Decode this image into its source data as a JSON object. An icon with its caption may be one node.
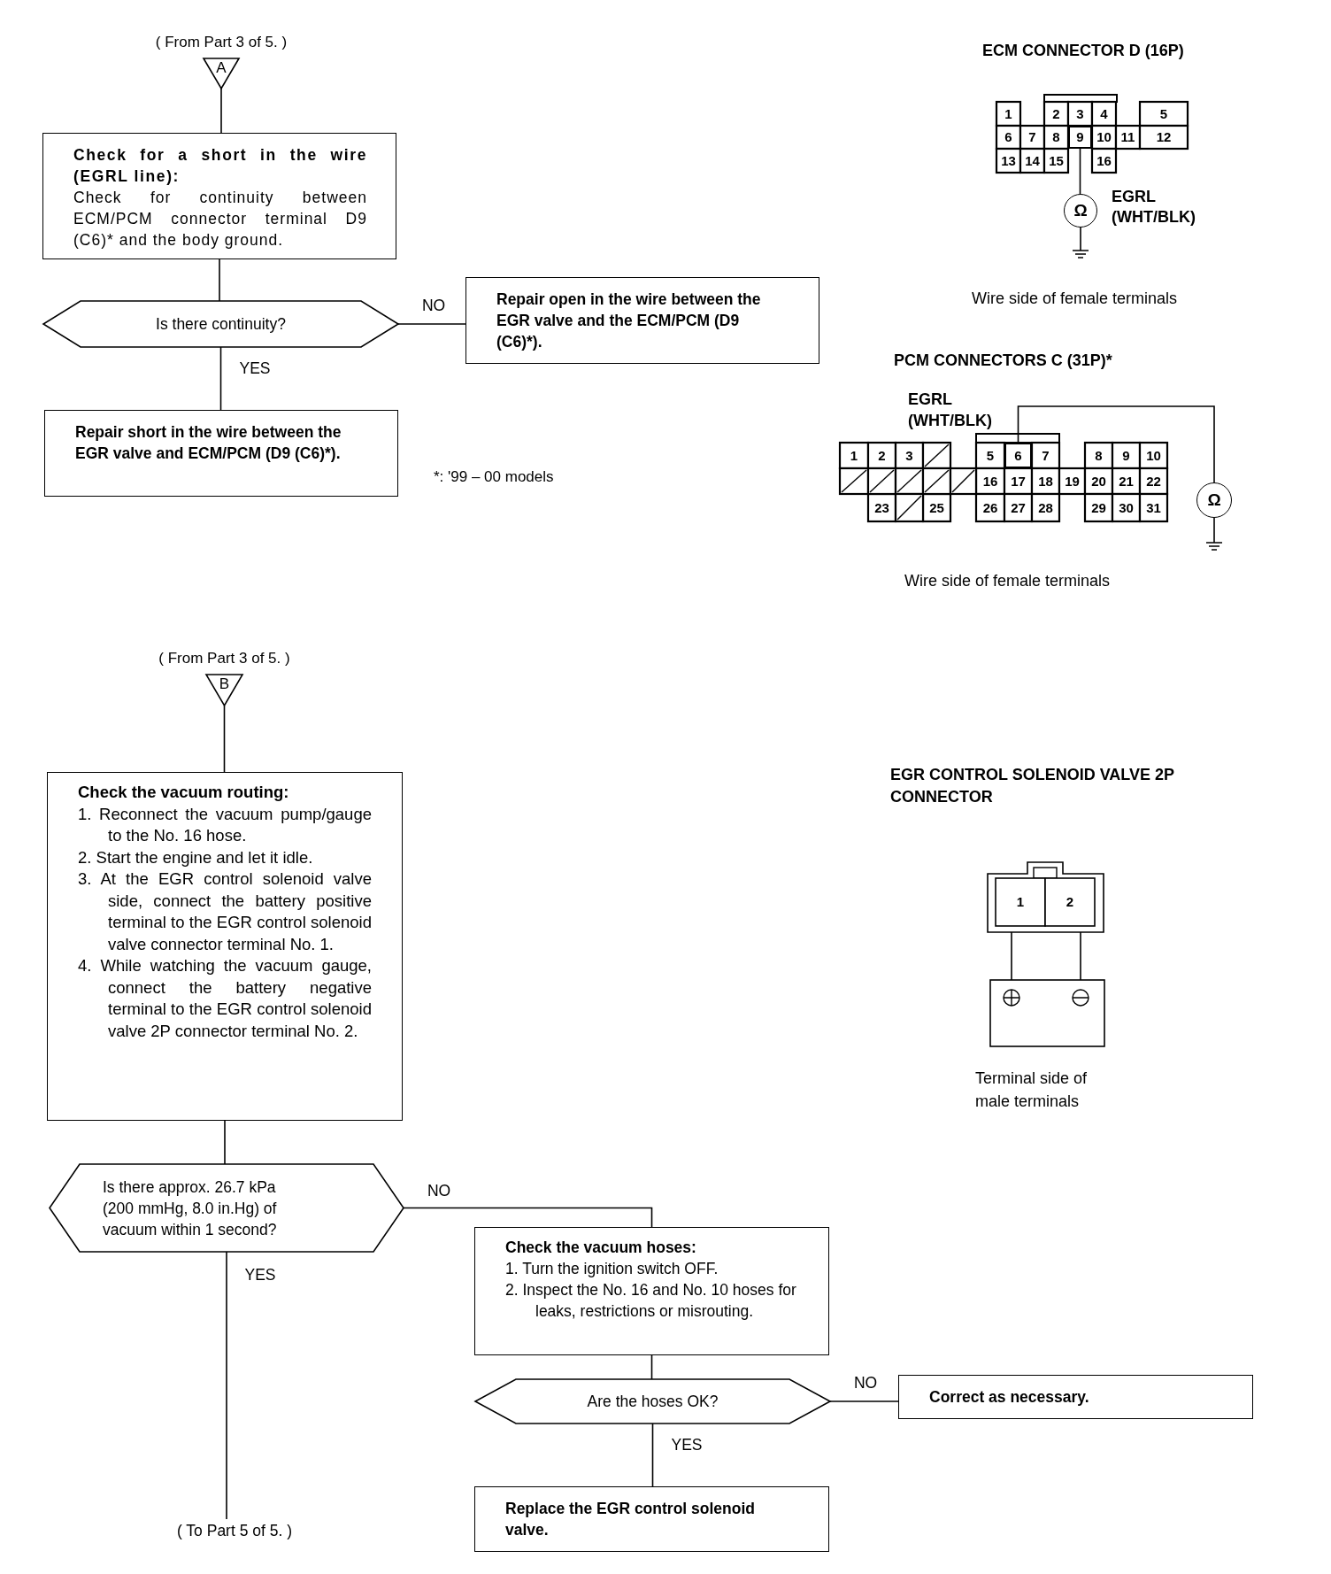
{
  "diagram": {
    "nodes": [
      {
        "text": [
          "A"
        ],
        "beside": [
          "( From Part 3 of 5. )"
        ]
      },
      {
        "text": [
          "Check for a short in the wire (EGRL line):",
          "Check for continuity between ECM/PCM connector terminal D9 (C6)* and the body ground."
        ]
      },
      {
        "text": [
          "Is there continuity?"
        ]
      },
      {
        "text": [
          "Repair open in the wire between the EGR valve and the ECM/PCM (D9 (C6)*)."
        ]
      },
      {
        "text": [
          "Repair short in the wire between the EGR valve and ECM/PCM (D9 (C6)*)."
        ]
      },
      {
        "text": [
          "B"
        ],
        "beside": [
          "( From Part 3 of 5. )"
        ]
      },
      {
        "text": [
          "Check the vacuum routing:",
          "1. Reconnect the vacuum pump/gauge to the No. 16 hose.",
          "2. Start the engine and let it idle.",
          "3. At the EGR control solenoid valve side, connect the battery positive terminal to the EGR control solenoid valve connector terminal No. 1.",
          "4. While watching the vacuum gauge, connect the battery negative terminal to the EGR control solenoid valve 2P connector terminal No. 2."
        ]
      },
      {
        "text": [
          "Is there approx. 26.7 kPa (200 mmHg, 8.0 in.Hg) of vacuum within 1 second?"
        ]
      },
      {
        "text": [
          "Check the vacuum hoses:",
          "1. Turn the ignition switch OFF.",
          "2. Inspect the No. 16 and No. 10 hoses for leaks, restrictions or misrouting."
        ]
      },
      {
        "text": [
          "Are the hoses OK?"
        ]
      },
      {
        "text": [
          "Correct as necessary."
        ]
      },
      {
        "text": [
          "Replace the EGR control solenoid valve."
        ]
      },
      {
        "text": [
          "( To Part 5 of 5. )"
        ]
      },
      {
        "text": [
          "9"
        ]
      },
      {
        "text": [
          "Ω"
        ]
      },
      {
        "text": [
          "6"
        ]
      },
      {
        "text": [
          "Ω"
        ]
      }
    ],
    "edges": [
      {
        "from": 0,
        "to": 1,
        "arrow": "none"
      },
      {
        "from": 1,
        "to": 2,
        "arrow": "none"
      },
      {
        "from": 2,
        "to": 3,
        "arrow": "none",
        "label": "NO"
      },
      {
        "from": 2,
        "to": 4,
        "arrow": "none",
        "label": "YES"
      },
      {
        "from": 5,
        "to": 6,
        "arrow": "none"
      },
      {
        "from": 6,
        "to": 7,
        "arrow": "none"
      },
      {
        "from": 7,
        "to": 8,
        "arrow": "none",
        "label": "NO"
      },
      {
        "from": 7,
        "to": 12,
        "arrow": "none",
        "label": "YES"
      },
      {
        "from": 8,
        "to": 9,
        "arrow": "none"
      },
      {
        "from": 9,
        "to": 10,
        "arrow": "none",
        "label": "NO"
      },
      {
        "from": 9,
        "to": 11,
        "arrow": "none",
        "label": "YES"
      },
      {
        "from": 13,
        "to": 14,
        "arrow": "none"
      },
      {
        "from": 15,
        "to": 16,
        "arrow": "none"
      }
    ],
    "labels": [
      "*: '99 – 00 models",
      "ECM CONNECTOR D (16P)",
      "1",
      "2",
      "3",
      "4",
      "5",
      "6",
      "7",
      "8",
      "10",
      "11",
      "12",
      "13",
      "14",
      "15",
      "16",
      "EGRL",
      "(WHT/BLK)",
      "Wire side of female terminals",
      "PCM CONNECTORS C (31P)*",
      "EGRL",
      "(WHT/BLK)",
      "1",
      "2",
      "3",
      "5",
      "7",
      "8",
      "9",
      "10",
      "16",
      "17",
      "18",
      "19",
      "20",
      "21",
      "22",
      "23",
      "25",
      "26",
      "27",
      "28",
      "29",
      "30",
      "31",
      "Wire side of female terminals",
      "EGR CONTROL SOLENOID VALVE 2P CONNECTOR",
      "1",
      "2",
      "Terminal side of male terminals"
    ]
  }
}
